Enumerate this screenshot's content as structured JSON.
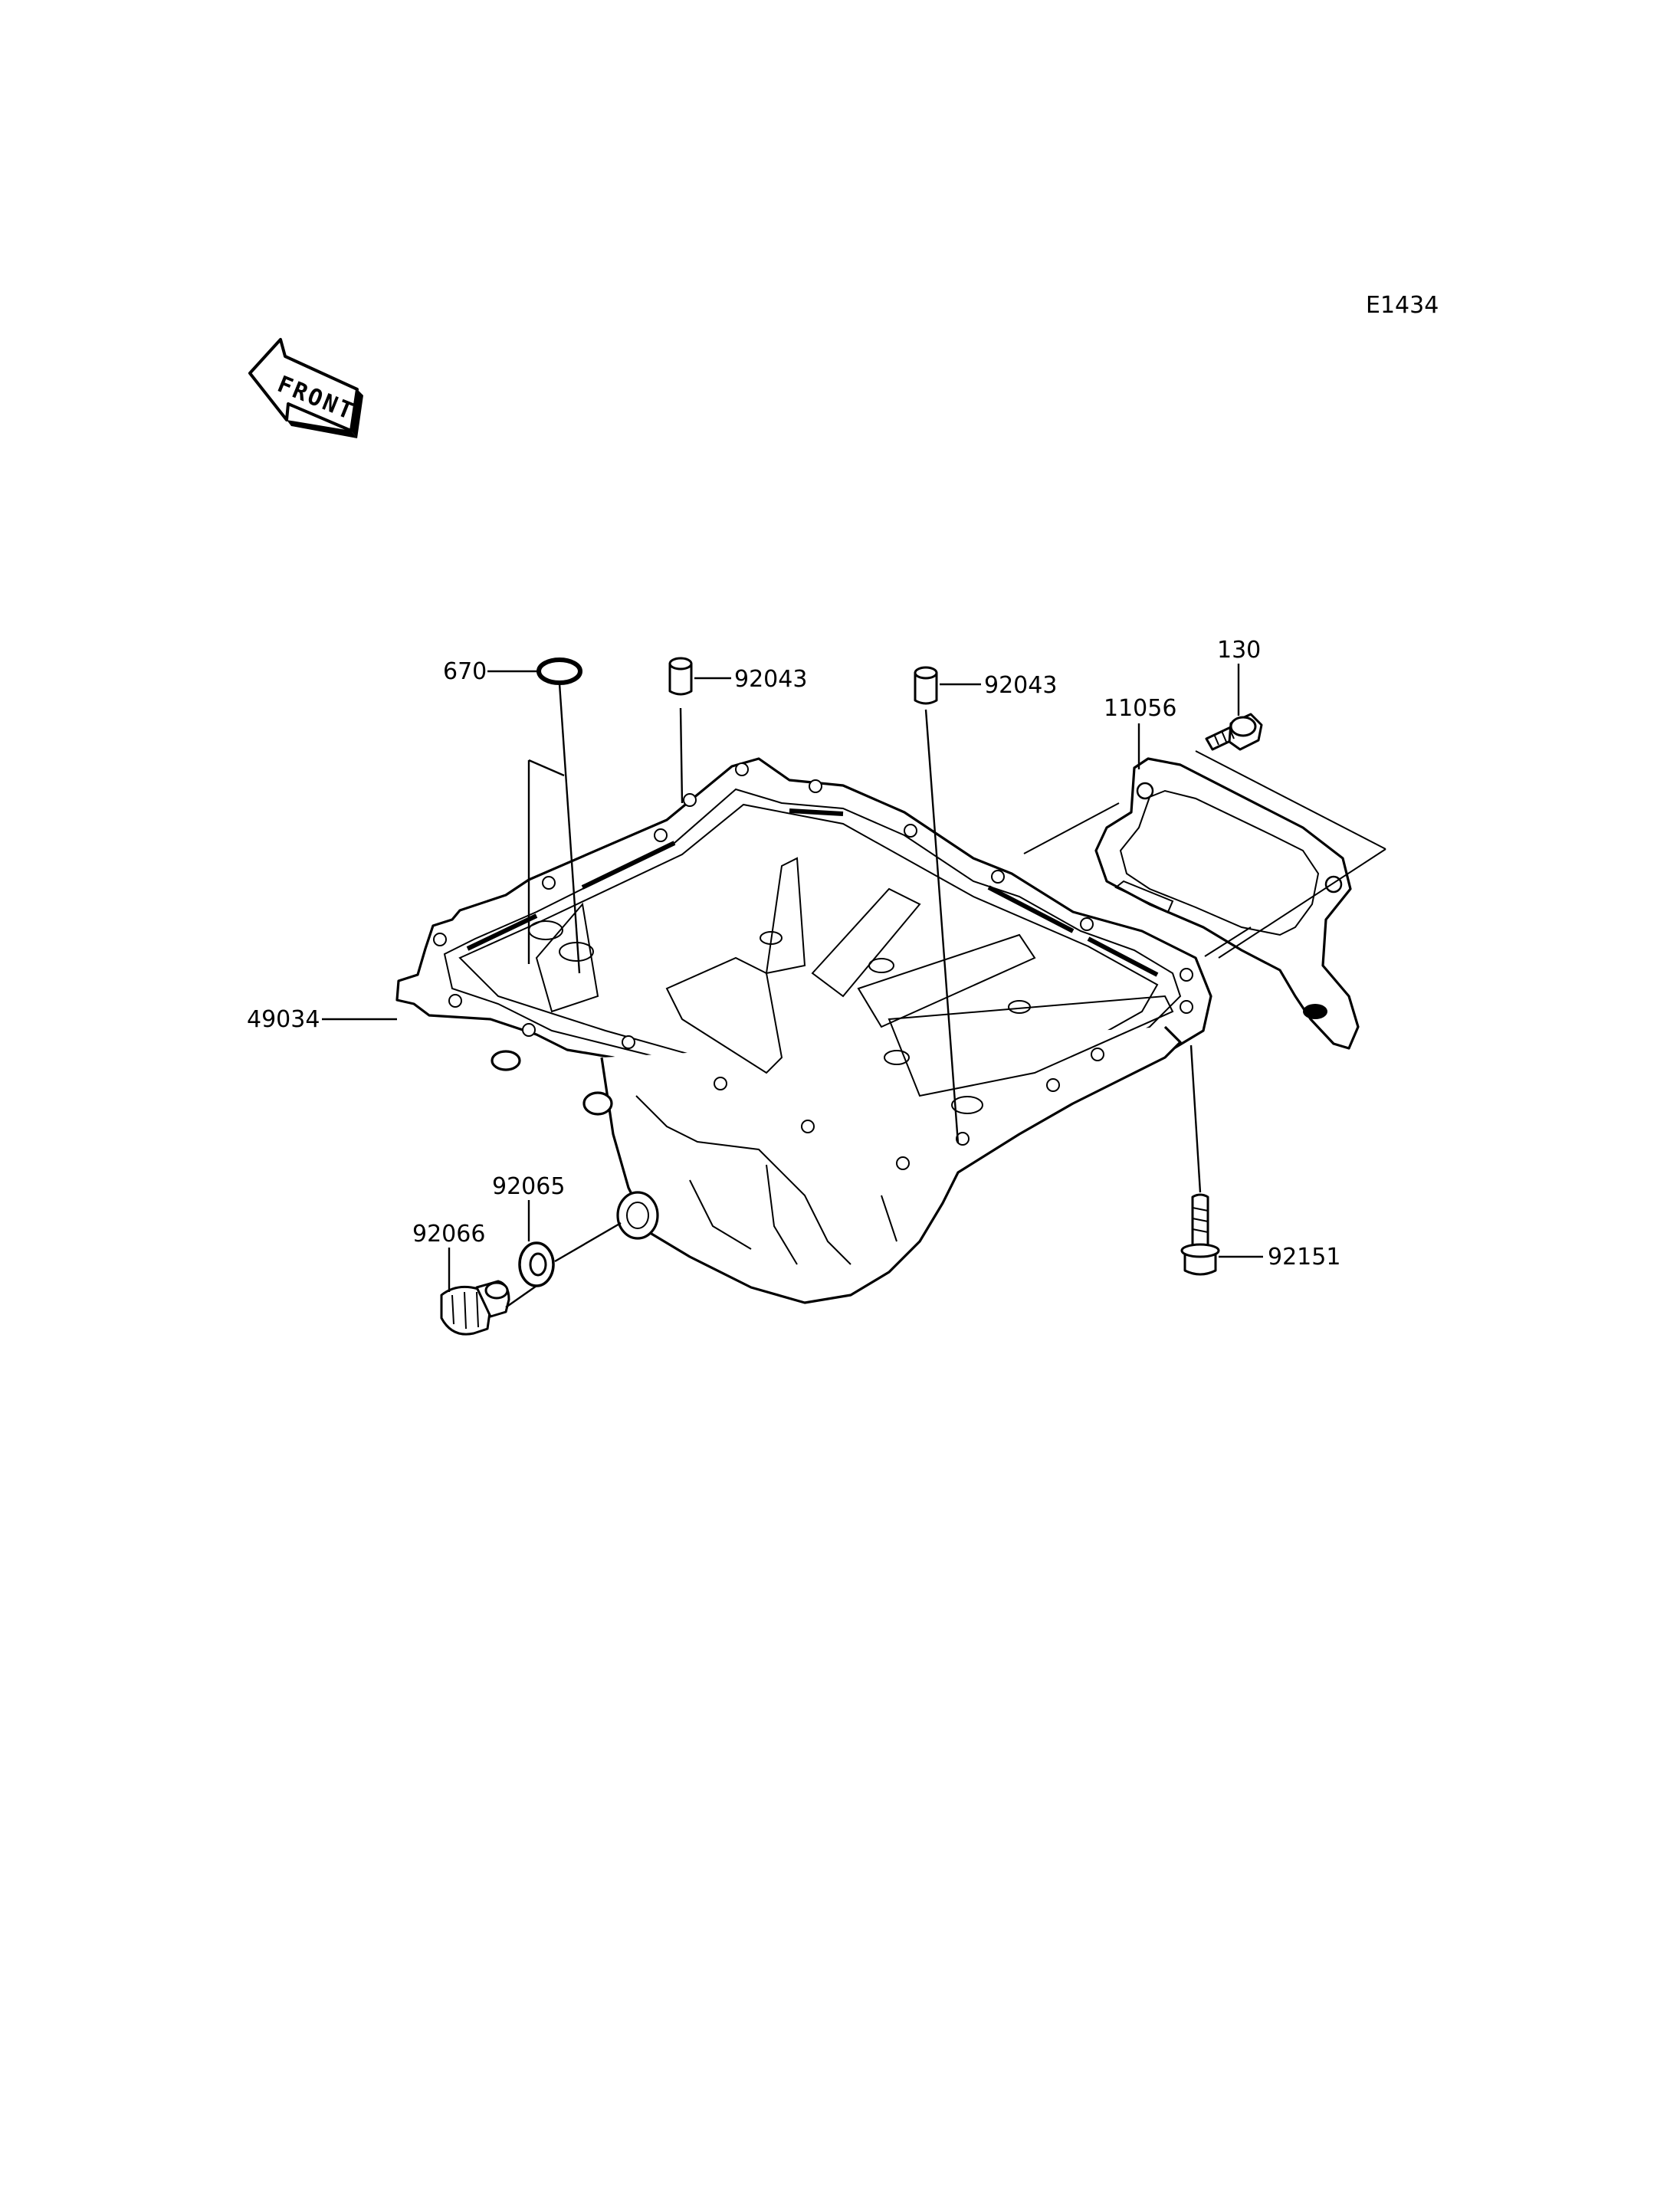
{
  "diagram": {
    "code": "E1434",
    "front_label": "FRONT",
    "parts": {
      "p670": "670",
      "p92043a": "92043",
      "p92043b": "92043",
      "p130": "130",
      "p11056": "11056",
      "p49034": "49034",
      "p92065": "92065",
      "p92066": "92066",
      "p92151": "92151"
    }
  }
}
